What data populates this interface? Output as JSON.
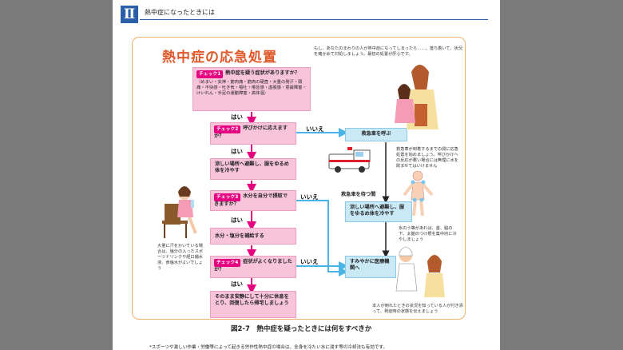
{
  "section": {
    "numeral": "Ⅱ",
    "title": "熱中症になったときには"
  },
  "main_title": "熱中症の応急処置",
  "intro": "もし、あなたのまわりの人が熱中症になってしまったら……。落ち着いて、状況を確かめて対処しましょう。最初の処置が肝心です。",
  "check1": {
    "badge": "チェック1",
    "title": "熱中症を疑う症状がありますか？",
    "symptoms": "（めまい・失神・筋肉痛・筋肉の硬直・大量の発汗・頭痛・不快感・吐き気・嘔吐・倦怠感・虚脱感・意識障害・けいれん・手足の運動障害・高体温）"
  },
  "check2": {
    "badge": "チェック2",
    "title": "呼びかけに応えますか？"
  },
  "check3": {
    "badge": "チェック3",
    "title": "水分を自分で摂取できますか？"
  },
  "check4": {
    "badge": "チェック4",
    "title": "症状がよくなりましたか？"
  },
  "yes_label": "はい",
  "no_label": "いいえ",
  "action_cool": "涼しい場所へ避難し、服をゆるめ体を冷やす",
  "action_water": "水分・塩分を補給する",
  "action_rest": "そのまま安静にして十分に休息をとり、回復したら帰宅しましょう",
  "right": {
    "call": "救急車を呼ぶ",
    "call_note": "救急車が到着するまでの間に応急処置を始めましょう。呼びかけへの反応が悪い場合には無理に水を飲ませてはいけません",
    "waiting": "救急車を待つ間",
    "cool": "涼しい場所へ避難し、服をゆるめ体を冷やす",
    "cool_note": "氷のう等があれば、首、脇の下、太腿のつけ根を集中的に冷やしましょう",
    "hospital": "すみやかに医療機関へ",
    "hospital_note": "本人が倒れたときの状況を知っている人が付き添って、発症時の状態を伝えましょう"
  },
  "left_note": "大量に汗をかいている場合は、塩分の入ったスポーツドリンクや経口補水液、食塩水がよいでしょう",
  "caption": "図2-7　熱中症を疑ったときには何をすべきか",
  "footnote": "*スポーツや激しい作業・労働等によって起きる労作性熱中症の場合は、全身を冷たい水に浸す等の冷却法も有効です。",
  "colors": {
    "pink_box": "#f7c4da",
    "magenta": "#e4007f",
    "blue_box": "#c9e9f7",
    "blue_line": "#4ab4e6",
    "title_orange": "#e0592a",
    "section_blue": "#2a5ea8"
  }
}
